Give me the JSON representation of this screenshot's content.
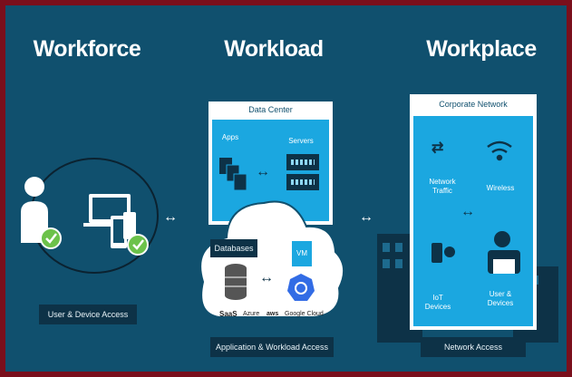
{
  "headings": {
    "workforce": "Workforce",
    "workload": "Workload",
    "workplace": "Workplace"
  },
  "workforce": {
    "footer": "User & Device Access"
  },
  "workload": {
    "data_center_title": "Data Center",
    "apps": "Apps",
    "servers": "Servers",
    "databases": "Databases",
    "vm": "VM",
    "saas": "SaaS",
    "clouds": [
      "Azure",
      "aws",
      "Google Cloud"
    ],
    "footer": "Application & Workload Access"
  },
  "workplace": {
    "title": "Corporate Network",
    "network_traffic": "Network Traffic",
    "wireless": "Wireless",
    "iot_devices": "IoT Devices",
    "users_devices": "User & Devices",
    "footer": "Network Access"
  },
  "colors": {
    "border": "#7a0f1c",
    "background": "#10506e",
    "accent_blue": "#1ba7e0",
    "check_green": "#6cc24a"
  }
}
